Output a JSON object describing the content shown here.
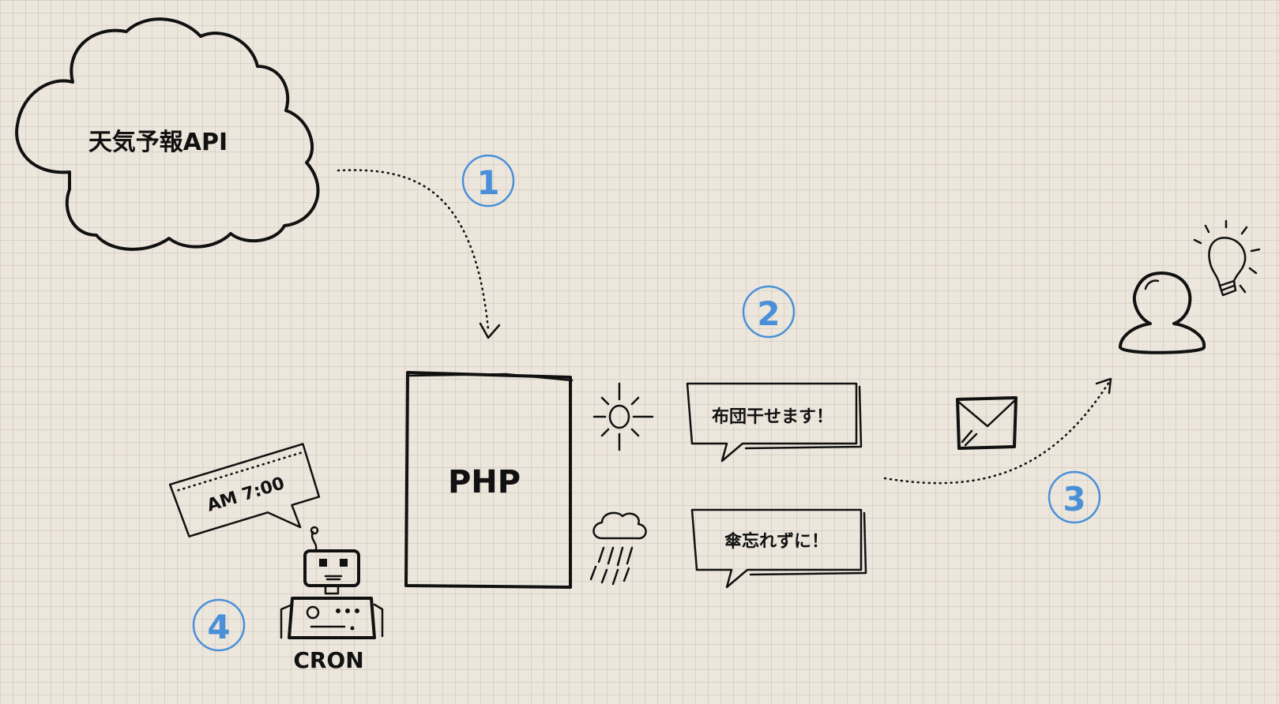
{
  "nodes": {
    "api_cloud": {
      "label": "天気予報API"
    },
    "php_box": {
      "label": "PHP"
    },
    "bubble_sunny": {
      "label": "布団干せます！"
    },
    "bubble_rainy": {
      "label": "傘忘れずに！"
    },
    "time_note": {
      "label": "AM 7:00"
    },
    "cron_robot": {
      "label": "CRON"
    }
  },
  "steps": [
    "1",
    "2",
    "3",
    "4"
  ],
  "icons": [
    "cloud-shape",
    "sun-icon",
    "rain-cloud-icon",
    "envelope-icon",
    "person-icon",
    "lightbulb-icon",
    "robot-icon"
  ],
  "colors": {
    "ink": "#111111",
    "step_accent": "#4a90d9",
    "paper": "#ece6dc"
  }
}
